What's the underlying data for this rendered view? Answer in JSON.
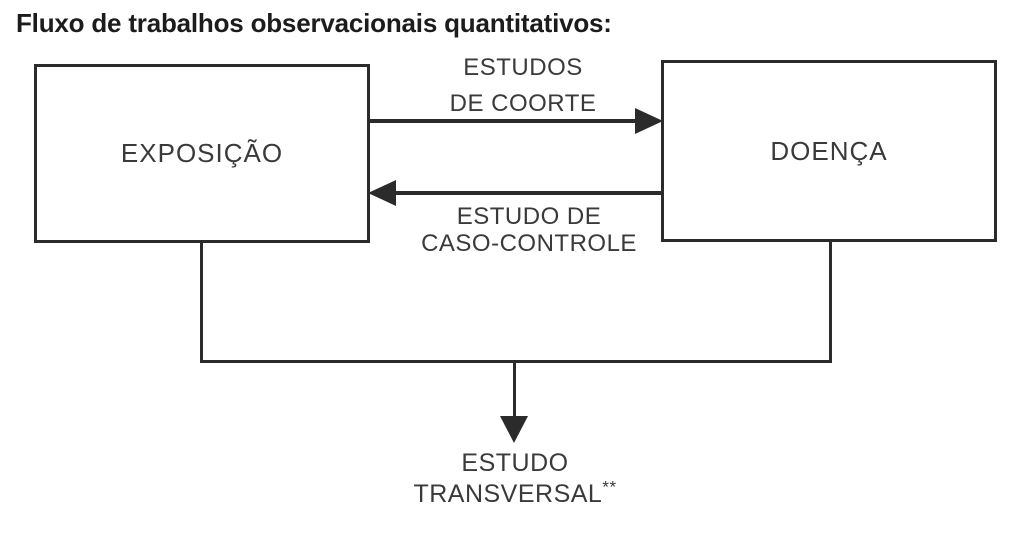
{
  "title": "Fluxo de trabalhos observacionais quantitativos:",
  "colors": {
    "line": "#2b2b2b",
    "label_text": "#3a3a3a",
    "title_text": "#1c1c1c",
    "background": "#ffffff"
  },
  "nodes": {
    "exposure": {
      "label": "EXPOSIÇÃO"
    },
    "disease": {
      "label": "DOENÇA"
    }
  },
  "edges": {
    "cohort": {
      "line1": "ESTUDOS",
      "line2": "DE COORTE",
      "arrow_direction": "right"
    },
    "case_control": {
      "line1": "ESTUDO DE",
      "line2": "CASO-CONTROLE",
      "arrow_direction": "left"
    },
    "cross_sectional": {
      "line1": "ESTUDO",
      "line2": "TRANSVERSAL",
      "superscript": "**",
      "arrow_direction": "down"
    }
  }
}
